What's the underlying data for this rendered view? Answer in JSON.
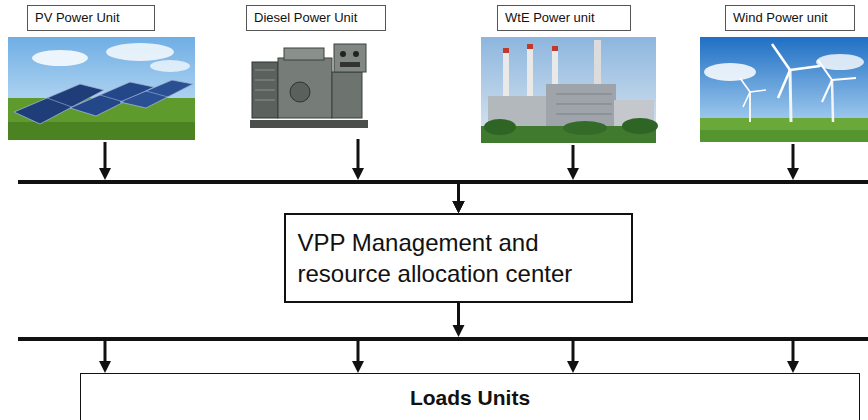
{
  "diagram": {
    "nodes": [
      {
        "text": [
          "PV Power Unit"
        ]
      },
      {
        "text": [
          "Diesel Power Unit"
        ]
      },
      {
        "text": [
          "WtE Power unit"
        ]
      },
      {
        "text": [
          "Wind Power unit"
        ]
      },
      {
        "text": [
          "VPP Management and resource allocation center"
        ]
      },
      {
        "text": [
          "Loads Units"
        ]
      }
    ],
    "edges": [
      {
        "from": 0,
        "to": 4,
        "arrow": "to"
      },
      {
        "from": 1,
        "to": 4,
        "arrow": "to"
      },
      {
        "from": 2,
        "to": 4,
        "arrow": "to"
      },
      {
        "from": 3,
        "to": 4,
        "arrow": "to"
      },
      {
        "from": 4,
        "to": 5,
        "arrow": "to"
      }
    ]
  }
}
